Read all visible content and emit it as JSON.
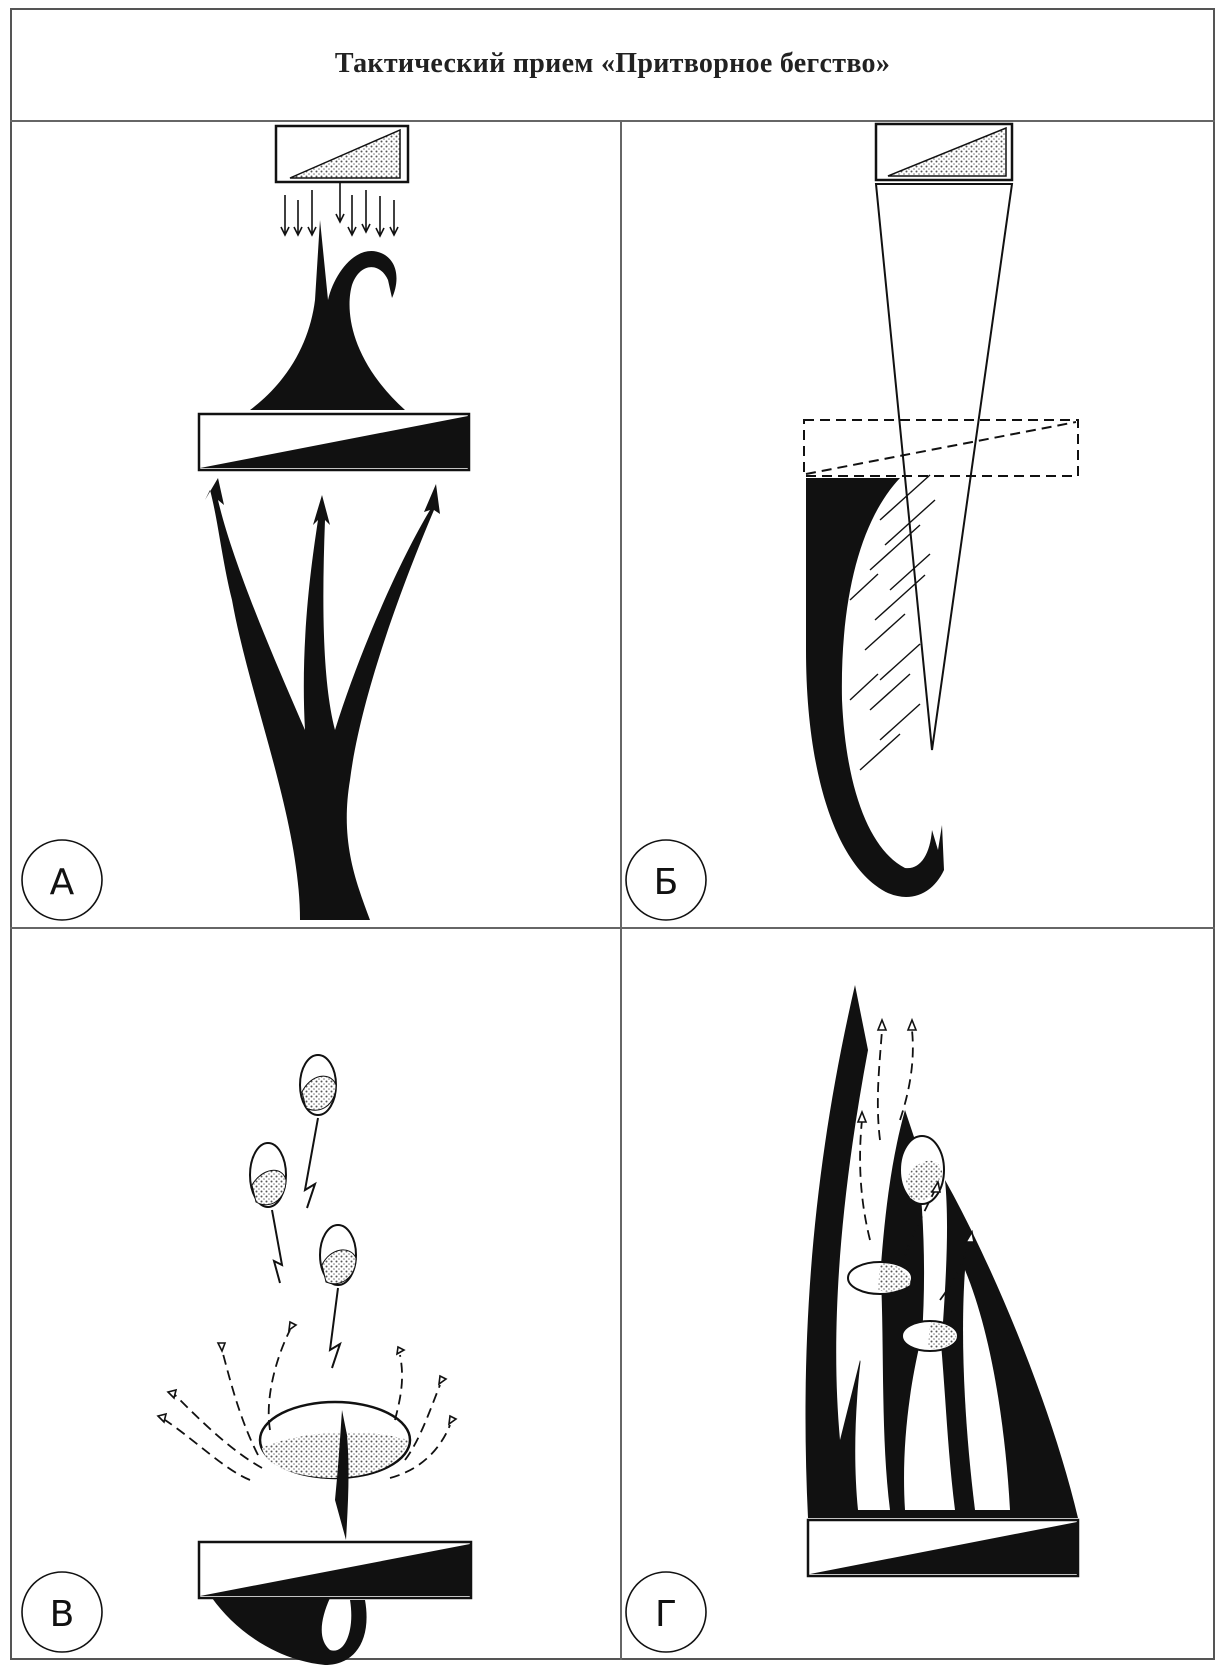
{
  "title": "Тактический прием «Притворное бегство»",
  "panels": [
    {
      "id": "a",
      "label": "А"
    },
    {
      "id": "b",
      "label": "Б"
    },
    {
      "id": "c",
      "label": "В"
    },
    {
      "id": "d",
      "label": "Г"
    }
  ],
  "colors": {
    "ink": "#111111",
    "stipple": "#9a9a9a",
    "frame": "#666666"
  }
}
